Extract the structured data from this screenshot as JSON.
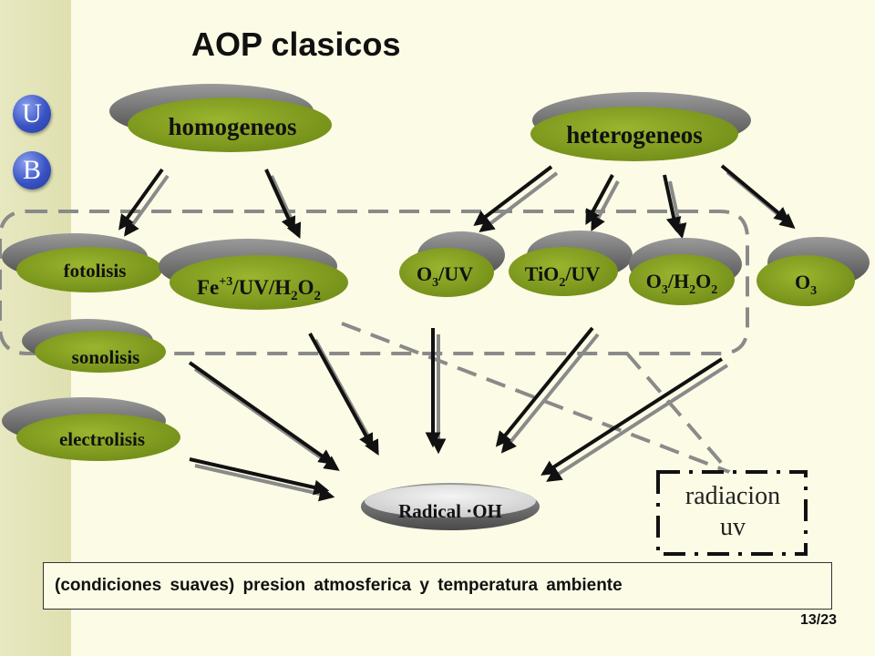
{
  "title": "AOP  clasicos",
  "logo": {
    "letter_top": "U",
    "letter_bottom": "B"
  },
  "categories": {
    "homogeneous": "homogeneos",
    "heterogeneous": "heterogeneos"
  },
  "homogeneous_methods": [
    {
      "label": "fotolisis"
    },
    {
      "label": "sonolisis"
    },
    {
      "label": "electrolisis"
    }
  ],
  "fenton": {
    "base": "Fe",
    "charge": "+3",
    "middle": "/UV/H",
    "sub1": "2",
    "letter": "O",
    "sub2": "2"
  },
  "heterogeneous_methods": {
    "o3_uv": {
      "base": "O",
      "sub": "3",
      "rest": "/UV"
    },
    "tio2_uv": {
      "base": "TiO",
      "sub": "2",
      "rest": "/UV"
    },
    "o3_h2o2": {
      "base": "O",
      "sub": "3",
      "mid": "/H",
      "sub2": "2",
      "letter": "O",
      "sub3": "2"
    },
    "o3": {
      "base": "O",
      "sub": "3"
    }
  },
  "product": "Radical ·OH",
  "uv_box": {
    "line1": "radiacion",
    "line2": "uv"
  },
  "conditions": "(condiciones  suaves) presion atmosferica y  temperatura ambiente",
  "page_number": "13/23",
  "colors": {
    "node_green": "#7f9a1e",
    "node_shadow": "#5a5a5a",
    "background": "#fcfce6",
    "band": "#e2e3b8",
    "logo_blue": "#3a53c4"
  }
}
